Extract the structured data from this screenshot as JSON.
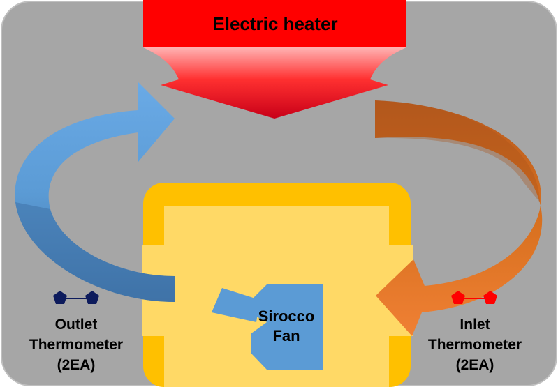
{
  "heater": {
    "label": "Electric heater",
    "color": "#ff0000"
  },
  "fan": {
    "line1": "Sirocco",
    "line2": "Fan",
    "color": "#5b9bd5"
  },
  "outlet": {
    "line1": "Outlet",
    "line2": "Thermometer",
    "line3": "(2EA)",
    "marker_color": "#0d1b5c"
  },
  "inlet": {
    "line1": "Inlet",
    "line2": "Thermometer",
    "line3": "(2EA)",
    "marker_color": "#ff0000"
  },
  "colors": {
    "background": "#a6a6a6",
    "chamber_outer": "#ffc000",
    "chamber_inner": "#ffd966",
    "blue_arrow": "#5b9bd5",
    "orange_arrow": "#ed7d31"
  }
}
